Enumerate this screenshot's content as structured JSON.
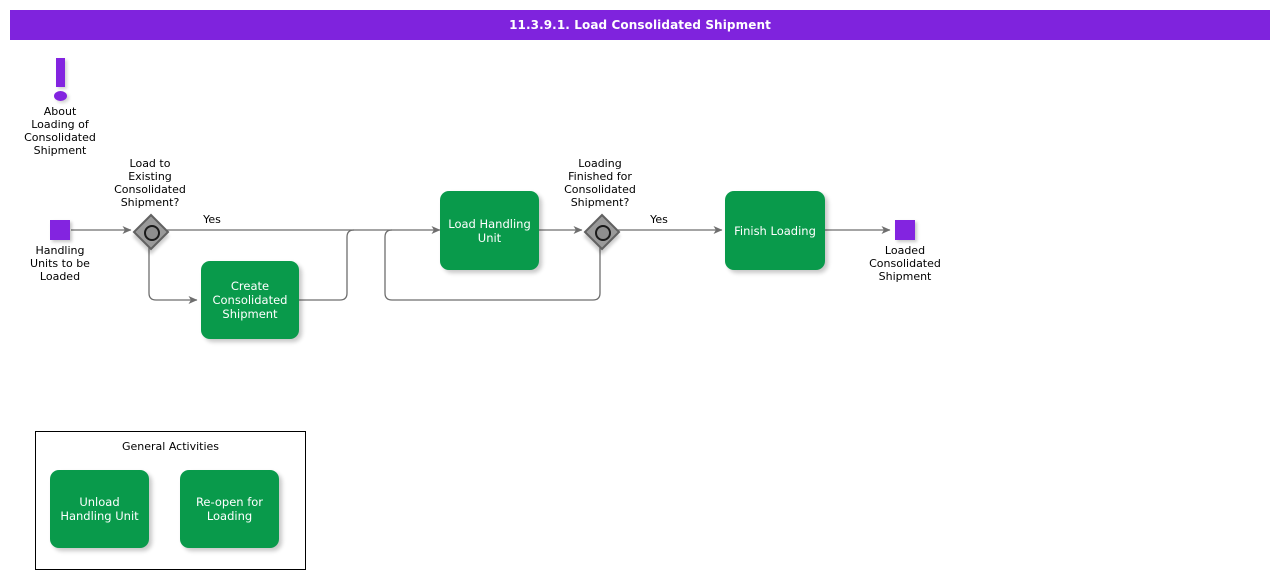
{
  "titlebar": {
    "title": "11.3.9.1. Load Consolidated Shipment",
    "bg_color": "#7F23DD",
    "text_color": "#FFFFFF"
  },
  "colors": {
    "task_green": "#099A4B",
    "event_purple": "#8324E0",
    "gateway_gray": "#9A9A9A",
    "connector_gray": "#6E6E6E",
    "canvas": "#FFFFFF"
  },
  "annotations": [
    {
      "id": "about-loading",
      "icon": "exclamation-icon",
      "label": "About\nLoading of\nConsolidated\nShipment"
    }
  ],
  "events": [
    {
      "id": "start-handling-units",
      "type": "start",
      "label": "Handling\nUnits to be\nLoaded"
    },
    {
      "id": "end-loaded-consolidated-shipment",
      "type": "end",
      "label": "Loaded\nConsolidated\nShipment"
    }
  ],
  "gateways": [
    {
      "id": "gw-load-to-existing",
      "label": "Load to\nExisting\nConsolidated\nShipment?",
      "outgoing_label": "Yes"
    },
    {
      "id": "gw-loading-finished",
      "label": "Loading\nFinished for\nConsolidated\nShipment?",
      "outgoing_label": "Yes"
    }
  ],
  "tasks": [
    {
      "id": "create-consolidated-shipment",
      "label": "Create\nConsolidated\nShipment"
    },
    {
      "id": "load-handling-unit",
      "label": "Load Handling\nUnit"
    },
    {
      "id": "finish-loading",
      "label": "Finish Loading"
    }
  ],
  "group": {
    "title": "General Activities",
    "tasks": [
      {
        "id": "unload-handling-unit",
        "label": "Unload Handling\nUnit"
      },
      {
        "id": "re-open-for-loading",
        "label": "Re-open for\nLoading"
      }
    ]
  }
}
